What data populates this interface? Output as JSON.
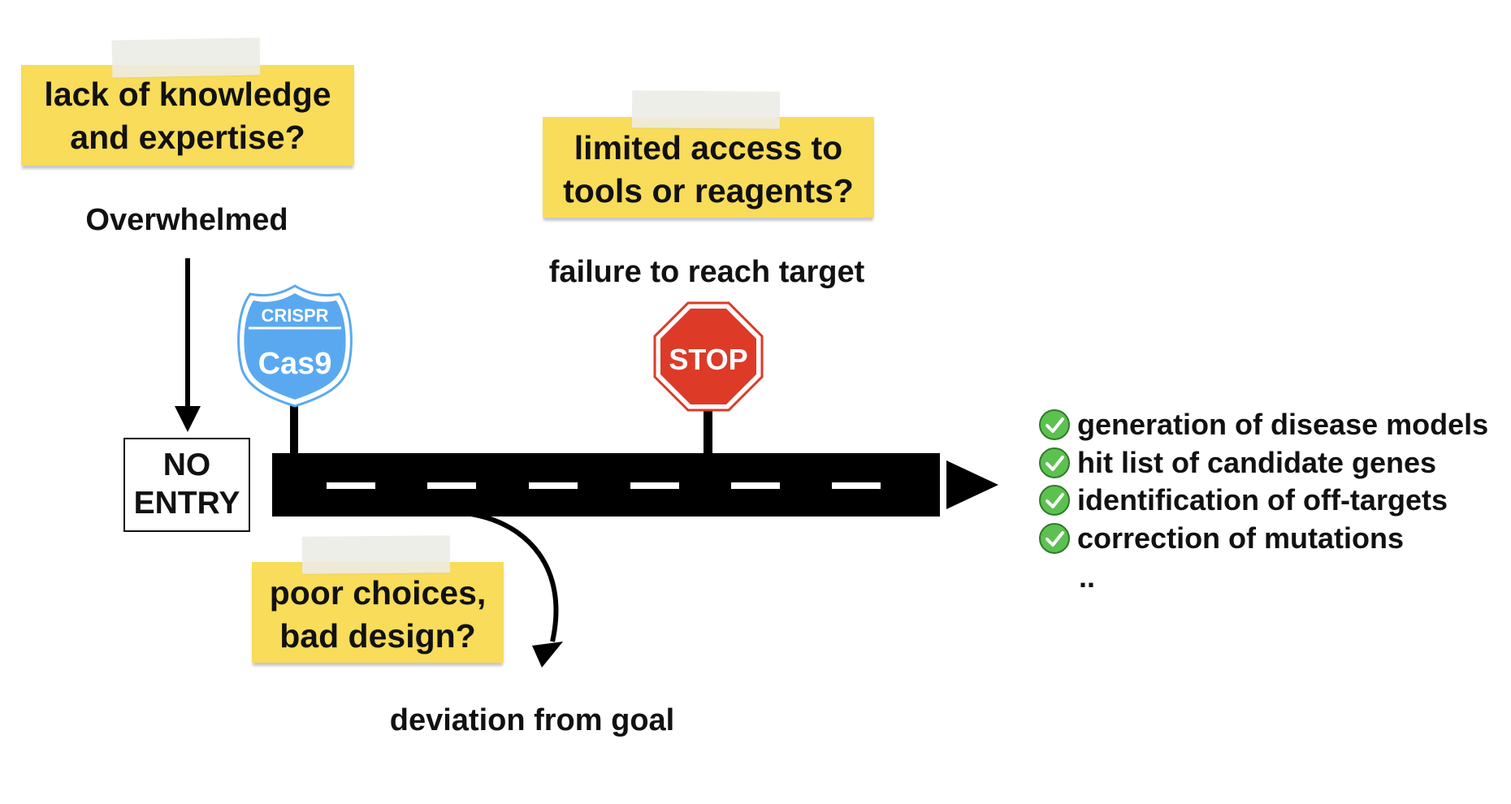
{
  "notes": {
    "knowledge": {
      "line1": "lack of knowledge",
      "line2": "and expertise?"
    },
    "access": {
      "line1": "limited access to",
      "line2": "tools or reagents?"
    },
    "choices": {
      "line1": "poor choices,",
      "line2": "bad design?"
    }
  },
  "captions": {
    "overwhelmed": "Overwhelmed",
    "failure": "failure to reach target",
    "deviation": "deviation from goal"
  },
  "no_entry": {
    "line1": "NO",
    "line2": "ENTRY"
  },
  "shield": {
    "top": "CRISPR",
    "main": "Cas9",
    "color": "#5aa9f0",
    "icon": "route-shield-icon"
  },
  "stop_sign": {
    "text": "STOP",
    "color": "#dd3a28",
    "icon": "stop-sign-icon"
  },
  "results": [
    "generation of disease models",
    "hit list of candidate genes",
    "identification of off-targets",
    "correction of mutations"
  ],
  "results_more": "..",
  "colors": {
    "sticky": "#f8dc5a",
    "check": "#5cc150",
    "road": "#000000"
  }
}
